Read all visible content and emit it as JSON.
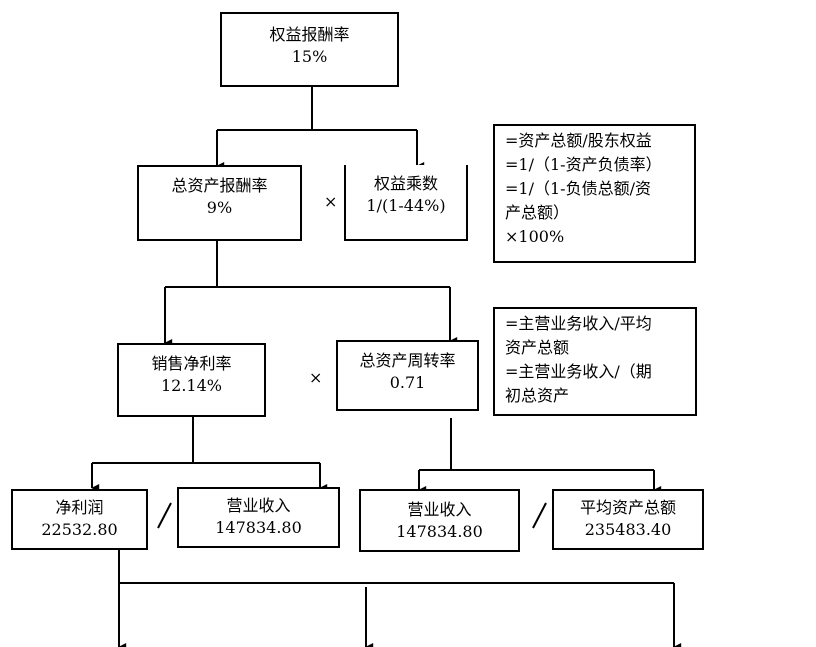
{
  "roe": {
    "title": "权益报酬率",
    "value": "15%"
  },
  "roa": {
    "title": "总资产报酬率",
    "value": "9%"
  },
  "em": {
    "title": "权益乘数",
    "value": "1/(1-44%)"
  },
  "em_note": [
    "=资产总额/股东权益",
    "=1/（1-资产负债率）",
    "=1/（1-负债总额/资",
    "产总额）",
    "×100%"
  ],
  "npm": {
    "title": "销售净利率",
    "value": "12.14%"
  },
  "tat": {
    "title": "总资产周转率",
    "value": "0.71"
  },
  "tat_note": [
    "=主营业务收入/平均",
    "资产总额",
    "=主营业务收入/（期",
    "初总资产"
  ],
  "net_profit": {
    "title": "净利润",
    "value": "22532.80"
  },
  "revenue_a": {
    "title": "营业收入",
    "value": "147834.80"
  },
  "revenue_b": {
    "title": "营业收入",
    "value": "147834.80"
  },
  "avg_assets": {
    "title": "平均资产总额",
    "value": "235483.40"
  },
  "ops": {
    "times": "×",
    "divide": "/"
  }
}
